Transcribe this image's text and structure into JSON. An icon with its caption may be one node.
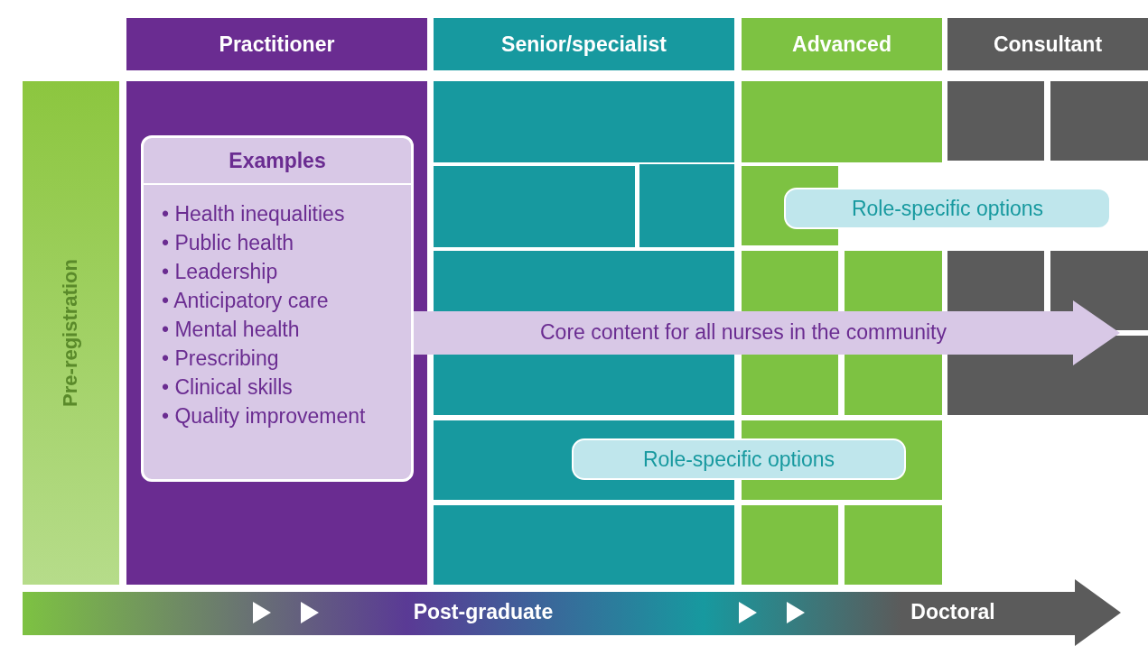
{
  "diagram": {
    "nodes": [
      {
        "text": [
          "Practitioner"
        ]
      },
      {
        "text": [
          "Senior/specialist"
        ]
      },
      {
        "text": [
          "Advanced"
        ]
      },
      {
        "text": [
          "Consultant"
        ]
      },
      {
        "text": [
          "Pre-registration"
        ]
      },
      {
        "text": [
          "Examples",
          "• Health inequalities",
          "• Public health",
          "• Leadership",
          "• Anticipatory care",
          "• Mental health",
          "• Prescribing",
          "• Clinical skills",
          "• Quality improvement"
        ]
      },
      {
        "text": [
          "Role-specific options"
        ]
      },
      {
        "text": [
          "Core content for all nurses in the community"
        ]
      },
      {
        "text": [
          "Role-specific options"
        ]
      },
      {
        "text": [
          "Post-graduate",
          "Doctoral"
        ]
      }
    ],
    "edges": []
  }
}
